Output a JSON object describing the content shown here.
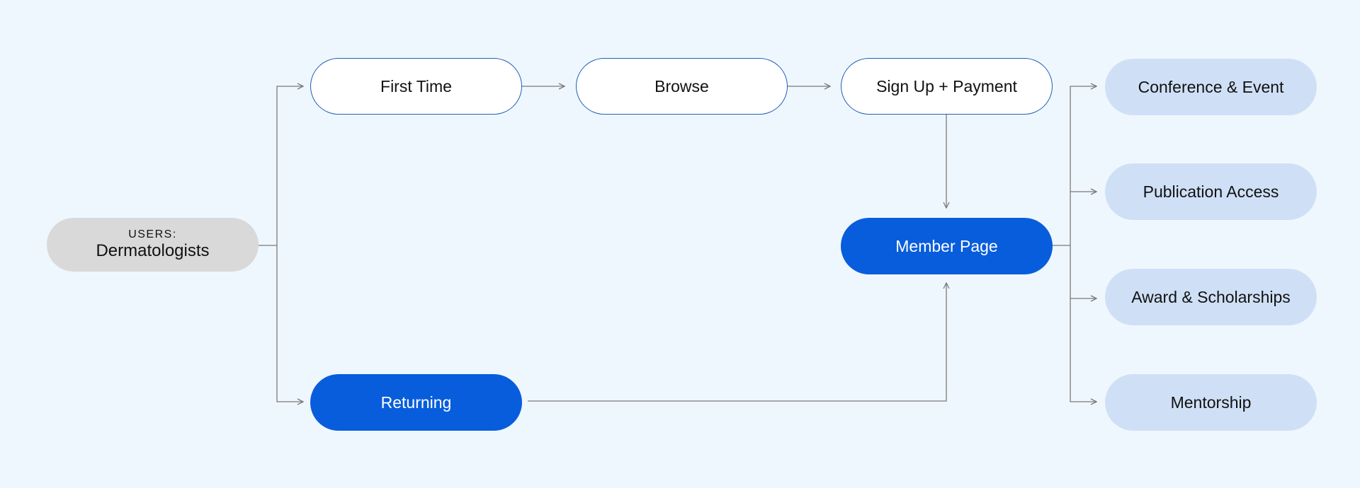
{
  "colors": {
    "background": "#eff7fe",
    "outline_border": "#1f5fb6",
    "primary_fill": "#085ddc",
    "light_fill": "#cfe0f6",
    "user_fill": "#d9d9d9",
    "connector": "#7a7a7a"
  },
  "users": {
    "label": "USERS:",
    "role": "Dermatologists"
  },
  "paths": {
    "first_time": "First Time",
    "returning": "Returning"
  },
  "flow": {
    "browse": "Browse",
    "signup": "Sign Up + Payment",
    "member_page": "Member Page"
  },
  "features": [
    "Conference & Event",
    "Publication Access",
    "Award & Scholarships",
    "Mentorship"
  ]
}
